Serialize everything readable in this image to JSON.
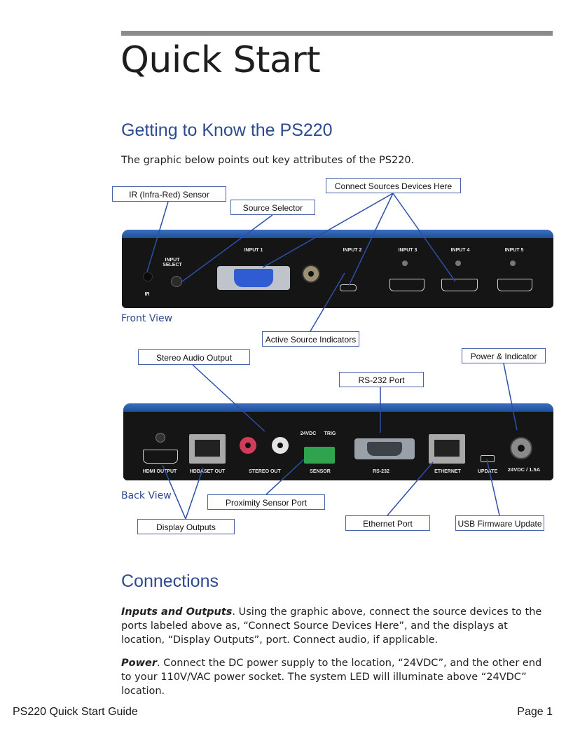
{
  "header": {
    "title": "Quick Start"
  },
  "section1": {
    "heading": "Getting to Know the PS220",
    "intro": "The graphic below points out key attributes of the PS220."
  },
  "front_view": {
    "label": "Front View",
    "callouts": {
      "ir_sensor": "IR (Infra-Red) Sensor",
      "source_selector": "Source Selector",
      "connect_sources": "Connect Sources Devices Here",
      "active_indicators": "Active Source Indicators"
    },
    "panel_labels": {
      "ir": "IR",
      "input_select": "INPUT\nSELECT",
      "input1": "INPUT 1",
      "input2": "INPUT 2",
      "input3": "INPUT 3",
      "input4": "INPUT 4",
      "input5": "INPUT 5"
    }
  },
  "back_view": {
    "label": "Back View",
    "callouts": {
      "stereo_audio": "Stereo Audio Output",
      "rs232_port": "RS-232 Port",
      "power_indicator": "Power & Indicator",
      "proximity_sensor": "Proximity Sensor Port",
      "display_outputs": "Display Outputs",
      "ethernet_port": "Ethernet Port",
      "usb_firmware": "USB Firmware Update"
    },
    "panel_labels": {
      "hdmi_output": "HDMI OUTPUT",
      "hdbaset_out": "HDBASET OUT",
      "stereo_out": "STEREO OUT",
      "sensor_voltage": "24VDC",
      "sensor_trig": "TRIG",
      "sensor": "SENSOR",
      "rs232": "RS-232",
      "ethernet": "ETHERNET",
      "update": "UPDATE",
      "power": "24VDC / 1.5A"
    }
  },
  "section2": {
    "heading": "Connections",
    "p1_lead": "Inputs and Outputs",
    "p1_text": ".  Using the graphic above, connect the source devices to the ports labeled above as, “Connect Source Devices Here”, and the displays at location, “Display Outputs”, port. Connect audio, if applicable.",
    "p2_lead": "Power",
    "p2_text": ".  Connect the DC power supply to the location, “24VDC”, and the other end to your 110V/VAC power socket. The system LED will illuminate above “24VDC” location."
  },
  "footer": {
    "left": "PS220 Quick Start Guide",
    "right": "Page 1"
  }
}
